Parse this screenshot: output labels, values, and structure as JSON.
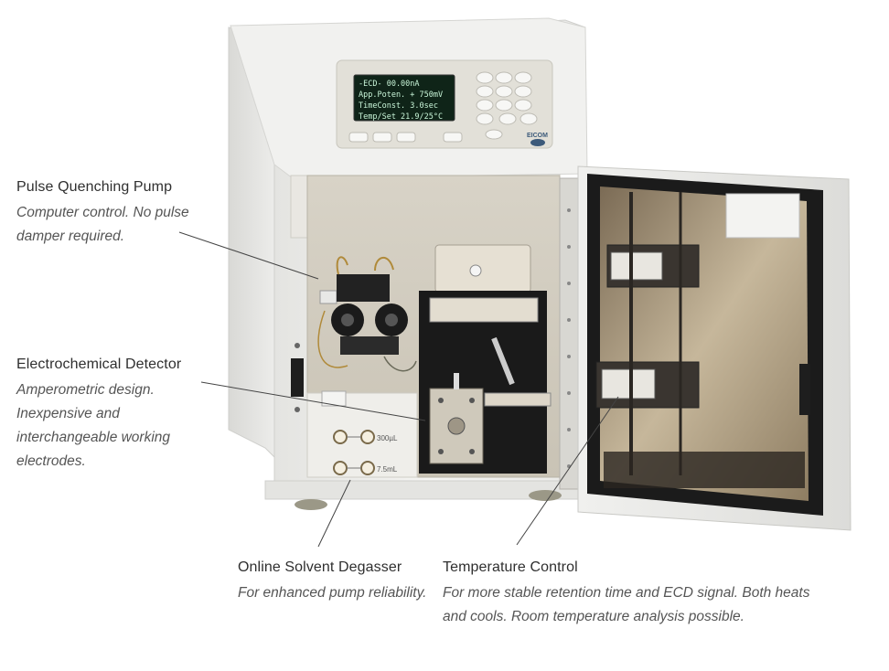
{
  "display": {
    "line1": "-ECD-          00.00nA",
    "line2": "App.Poten.  + 750mV",
    "line3": "TimeConst.    3.0sec",
    "line4": "Temp/Set  21.9/25°C"
  },
  "brand": "EICOM",
  "ports": {
    "top_label": "300µL",
    "bottom_label": "7.5mL"
  },
  "callouts": {
    "pump": {
      "title": "Pulse Quenching Pump",
      "description": "Computer control. No pulse damper required."
    },
    "detector": {
      "title": "Electrochemical Detector",
      "description": "Amperometric design. Inexpensive and interchangeable working electrodes."
    },
    "degasser": {
      "title": "Online Solvent Degasser",
      "description": "For enhanced pump reliability."
    },
    "temperature": {
      "title": "Temperature Control",
      "description": "For more stable retention time and ECD signal. Both heats and cools. Room temperature analysis possible."
    }
  },
  "colors": {
    "body": "#eeeeec",
    "lcd": "#0f2418",
    "text": "#2f2f2f"
  }
}
